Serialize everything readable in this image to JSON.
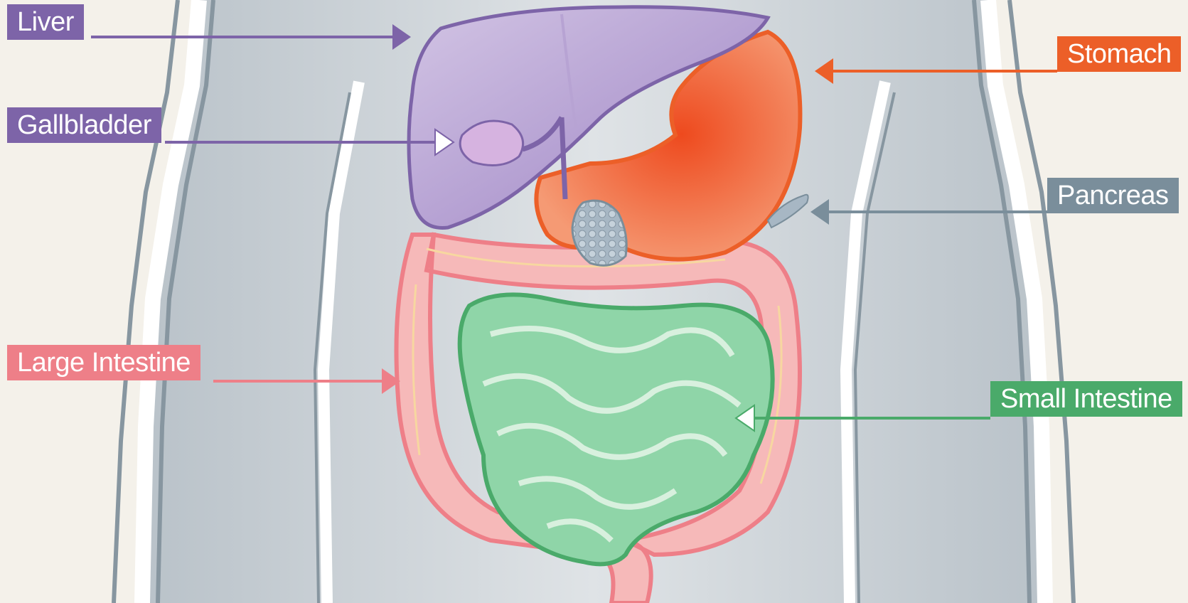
{
  "labels": {
    "liver": "Liver",
    "gallbladder": "Gallbladder",
    "stomach": "Stomach",
    "pancreas": "Pancreas",
    "large_intestine": "Large Intestine",
    "small_intestine": "Small Intestine"
  },
  "colors": {
    "background": "#f4f1ea",
    "body_fill": "#c3cad0",
    "body_outline": "#8796a0",
    "liver": "#8f72b8",
    "gallbladder": "#c9a4d6",
    "stomach": "#f07a50",
    "pancreas": "#8fa4b4",
    "large_intestine": "#f2a0a4",
    "small_intestine": "#6fc796",
    "label_liver": "#7d64a8",
    "label_stomach": "#ec5f28",
    "label_pancreas": "#7a8e9b",
    "label_large_intestine": "#ee7f88",
    "label_small_intestine": "#4aaa6a"
  }
}
